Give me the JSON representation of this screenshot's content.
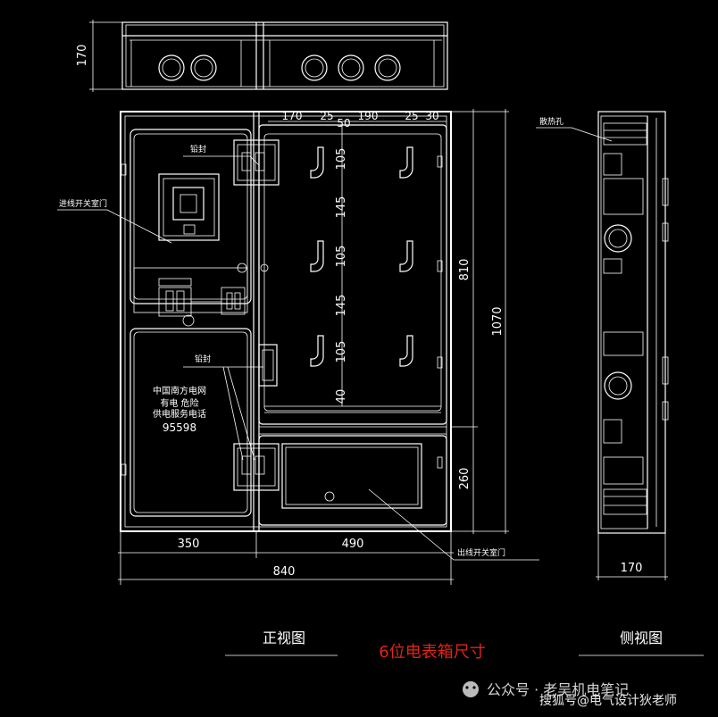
{
  "top_view": {
    "height_dim": "170"
  },
  "front_view": {
    "top_dims": [
      "170",
      "25",
      "50",
      "190",
      "25",
      "30"
    ],
    "vertical_dims": [
      "105",
      "145",
      "105",
      "145",
      "105",
      "40"
    ],
    "right_dims": {
      "upper": "810",
      "total": "1070",
      "lower": "260"
    },
    "bottom_dims": {
      "left": "350",
      "right": "490",
      "total": "840"
    },
    "labels": {
      "seal_top": "铅封",
      "seal_mid": "铅封",
      "inlet_door": "进线开关室门",
      "outlet_door": "出线开关室门",
      "notice_line1": "中国南方电网",
      "notice_line2": "有电 危险",
      "notice_line3": "供电服务电话",
      "notice_phone": "95598"
    },
    "caption": "正视图"
  },
  "side_view": {
    "label_hole": "散热孔",
    "width_dim": "170",
    "caption": "侧视图"
  },
  "title": "6位电表箱尺寸",
  "watermark": {
    "left": "公众号 · 老吴机电笔记",
    "right": "搜狐号@电气设计狄老师"
  },
  "colors": {
    "background": "#000000",
    "lines": "#ffffff",
    "title": "#e0241a"
  }
}
